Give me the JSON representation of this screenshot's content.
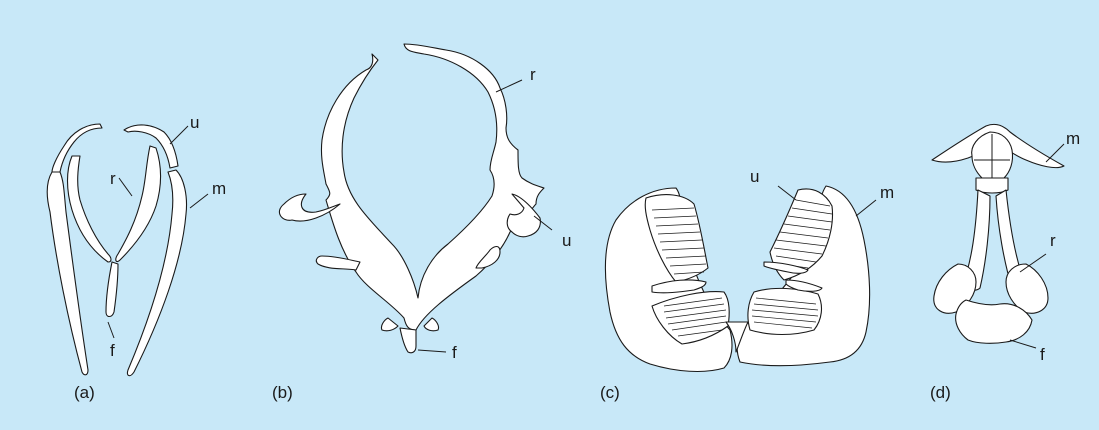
{
  "panels": [
    {
      "id": "a",
      "caption": "(a)",
      "labels": {
        "u": "u",
        "r": "r",
        "m": "m",
        "f": "f"
      }
    },
    {
      "id": "b",
      "caption": "(b)",
      "labels": {
        "r": "r",
        "u": "u",
        "f": "f"
      }
    },
    {
      "id": "c",
      "caption": "(c)",
      "labels": {
        "u": "u",
        "m": "m"
      }
    },
    {
      "id": "d",
      "caption": "(d)",
      "labels": {
        "m": "m",
        "r": "r",
        "f": "f"
      }
    }
  ],
  "colors": {
    "background": "#c8e8f8",
    "ink": "#1a1a1a",
    "fill": "#ffffff"
  }
}
